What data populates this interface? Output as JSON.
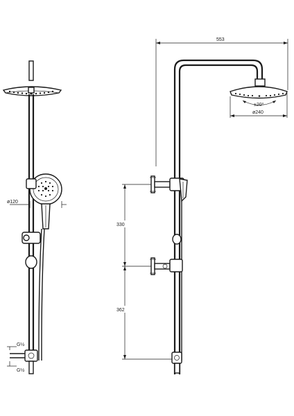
{
  "dimensions": {
    "top_width": "553",
    "tilt_angle": "±20°",
    "head_diameter": "ø240",
    "hand_shower_diameter": "ø120",
    "upper_height": "330",
    "lower_height": "362",
    "inlet_top": "G½",
    "inlet_bottom": "G½"
  }
}
